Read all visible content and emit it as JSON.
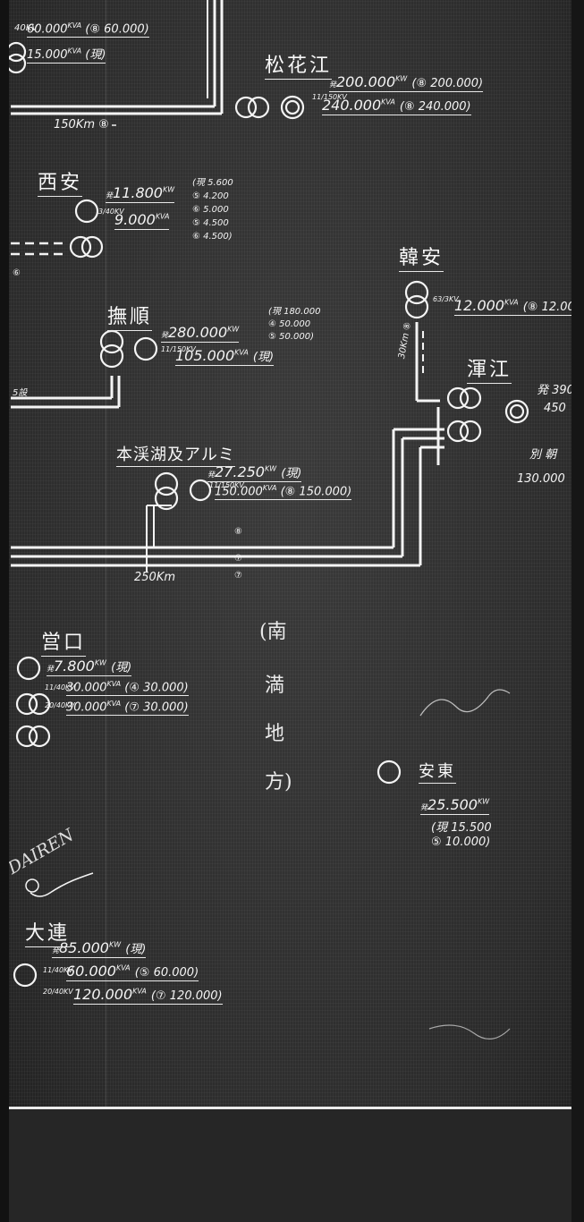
{
  "top_left": {
    "line1": "60.000",
    "line1_unit": "KVA",
    "line1_paren": "(⑧ 60.000)",
    "line2": "15.000",
    "line2_unit": "KVA",
    "line2_paren": "(現)",
    "kv_prefix": "40KV",
    "distance": "150Km",
    "distance_mark": "⑧"
  },
  "songhua": {
    "name": "松花江",
    "gen_prefix": "発",
    "gen": "200.000",
    "gen_unit": "KW",
    "gen_paren": "(⑧ 200.000)",
    "kv": "11/150KV",
    "kva": "240.000",
    "kva_unit": "KVA",
    "kva_paren": "(⑧ 240.000)"
  },
  "xian": {
    "name": "西安",
    "gen_prefix": "発",
    "gen": "11.800",
    "gen_unit": "KW",
    "kv": "3/40KV",
    "kva": "9.000",
    "kva_unit": "KVA",
    "list": [
      "(現 5.600",
      "⑤ 4.200",
      "⑥ 5.000",
      "⑤ 4.500",
      "⑥ 4.500)"
    ],
    "left_mark": "⑥"
  },
  "fushun": {
    "name": "撫順",
    "gen_prefix": "発",
    "gen": "280.000",
    "gen_unit": "KW",
    "kv": "11/150KV",
    "kva": "105.000",
    "kva_unit": "KVA",
    "kva_paren": "(現)",
    "list": [
      "(現 180.000",
      "④ 50.000",
      "⑤ 50.000)"
    ],
    "left_note": "5設"
  },
  "gannan": {
    "name": "韓安",
    "kv": "63/3KV",
    "kva": "12.000",
    "kva_unit": "KVA",
    "kva_paren": "(⑧ 12.00",
    "side_note": "30Km",
    "side_mark": "⑧"
  },
  "hunjiang": {
    "name": "渾江",
    "lines": [
      "発 390",
      "450",
      "別 朝",
      "130.000"
    ]
  },
  "benxihu": {
    "name": "本渓湖及アルミ",
    "gen_prefix": "発",
    "gen": "27.250",
    "gen_unit": "KW",
    "gen_paren": "(現)",
    "kv": "11/150KV",
    "kva": "150.000",
    "kva_unit": "KVA",
    "kva_paren": "(⑧ 150.000)"
  },
  "trunk": {
    "mark_top": "⑧",
    "mark_mid": "⑦",
    "mark_bottom": "⑦",
    "distance": "250Km"
  },
  "yingkou": {
    "name": "営口",
    "gen_prefix": "発",
    "gen": "7.800",
    "gen_unit": "KW",
    "gen_paren": "(現)",
    "line2_kv": "11/40KV",
    "line2": "30.000",
    "line2_unit": "KVA",
    "line2_paren": "(④ 30.000)",
    "line3_kv": "20/40KV",
    "line3": "30.000",
    "line3_unit": "KVA",
    "line3_paren": "(⑦ 30.000)"
  },
  "region": {
    "chars": [
      "(南",
      "満",
      "地",
      "方)"
    ]
  },
  "andong": {
    "name": "安東",
    "gen_prefix": "発",
    "gen": "25.500",
    "gen_unit": "KW",
    "paren_1": "(現 15.500",
    "paren_2": "⑤ 10.000)"
  },
  "dairen_note": "DAIREN",
  "dalian": {
    "name": "大連",
    "gen_prefix": "発",
    "gen": "85.000",
    "gen_unit": "KW",
    "gen_paren": "(現)",
    "line2_kv": "11/40KV",
    "line2": "60.000",
    "line2_unit": "KVA",
    "line2_paren": "(⑤ 60.000)",
    "line3_kv": "20/40KV",
    "line3": "120.000",
    "line3_unit": "KVA",
    "line3_paren": "(⑦ 120.000)"
  },
  "colors": {
    "background": "#2c2c2c",
    "ink": "#f2f2f2"
  }
}
